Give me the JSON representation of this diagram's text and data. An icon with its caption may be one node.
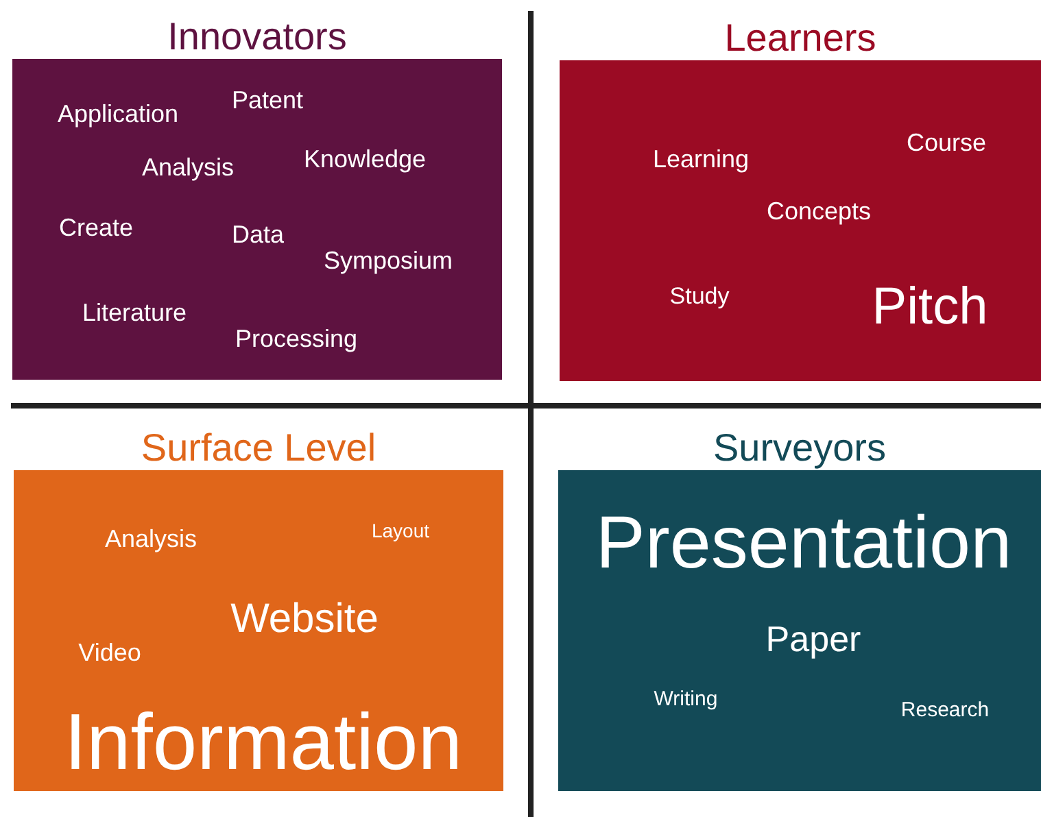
{
  "diagram": {
    "nodes": [
      {
        "text": [
          "Innovators",
          "Application",
          "Patent",
          "Analysis",
          "Knowledge",
          "Create",
          "Data",
          "Symposium",
          "Literature",
          "Processing"
        ]
      },
      {
        "text": [
          "Learners",
          "Learning",
          "Course",
          "Concepts",
          "Study",
          "Pitch"
        ]
      },
      {
        "text": [
          "Surface Level",
          "Analysis",
          "Layout",
          "Website",
          "Video",
          "Information"
        ]
      },
      {
        "text": [
          "Surveyors",
          "Presentation",
          "Paper",
          "Writing",
          "Research"
        ]
      }
    ]
  }
}
